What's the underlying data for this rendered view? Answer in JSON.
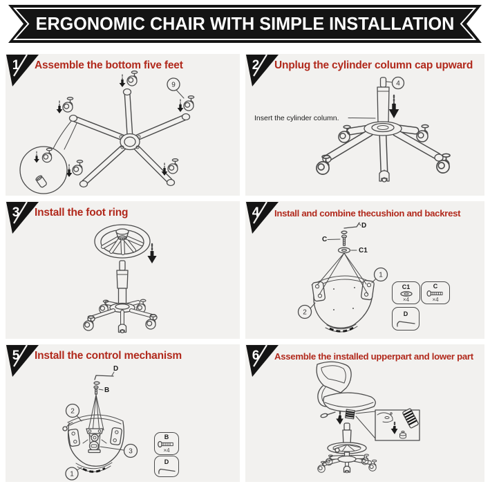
{
  "banner": {
    "title": "ERGONOMIC CHAIR WITH SIMPLE INSTALLATION"
  },
  "colors": {
    "accent_red": "#b1291c",
    "banner_black": "#141414",
    "panel_bg": "#f2f1ef",
    "line_art": "#4a4a4a"
  },
  "steps": [
    {
      "num": "1",
      "title": "Assemble the bottom five feet",
      "callouts": {
        "caster": "9"
      }
    },
    {
      "num": "2",
      "title": "Unplug the cylinder column cap upward",
      "callouts": {
        "cylinder": "4"
      },
      "note": "Insert the cylinder column."
    },
    {
      "num": "3",
      "title": "Install the foot ring"
    },
    {
      "num": "4",
      "title": "Install and combine thecushion and backrest",
      "callouts": {
        "allen_key": "D",
        "screw": "C",
        "washer": "C1",
        "backrest": "1",
        "cushion": "2"
      },
      "parts": [
        {
          "label": "C1",
          "qty": "×4"
        },
        {
          "label": "C",
          "qty": "×4"
        },
        {
          "label": "D",
          "qty": ""
        }
      ]
    },
    {
      "num": "5",
      "title": "Install the control mechanism",
      "callouts": {
        "allen_key": "D",
        "screw": "B",
        "cushion": "2",
        "mechanism": "3",
        "base": "1"
      },
      "parts": [
        {
          "label": "B",
          "qty": "×4"
        },
        {
          "label": "D",
          "qty": ""
        }
      ]
    },
    {
      "num": "6",
      "title": "Assemble the installed upperpart and lower part"
    }
  ]
}
